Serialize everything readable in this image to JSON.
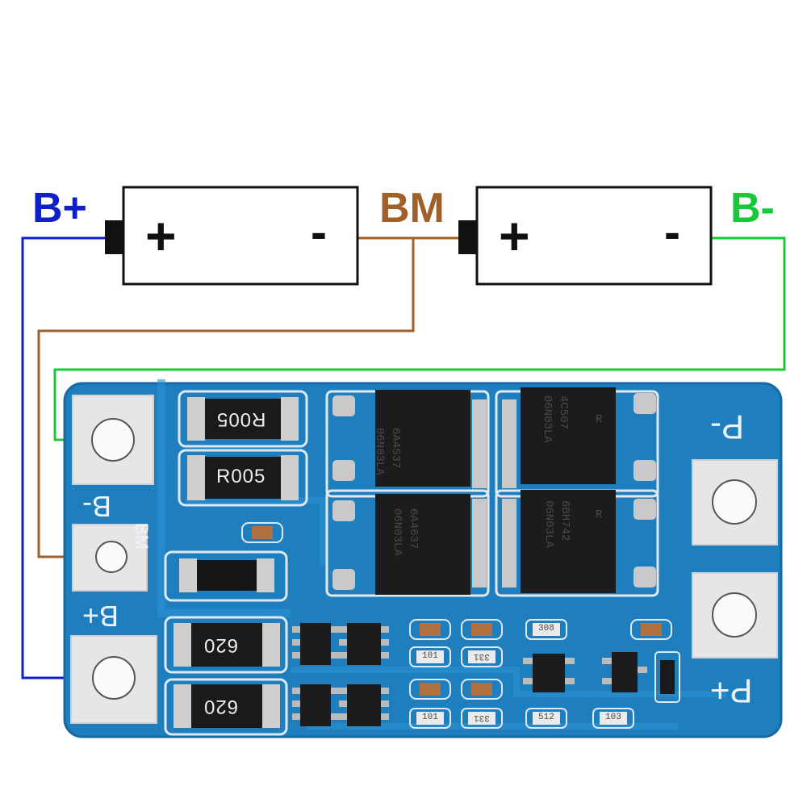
{
  "terminal_labels": {
    "b_plus": "B+",
    "bm": "BM",
    "b_minus": "B-"
  },
  "cells": [
    {
      "plus": "+",
      "minus": "-"
    },
    {
      "plus": "+",
      "minus": "-"
    }
  ],
  "pcb_silkscreen": {
    "p_minus": "P-",
    "p_plus": "P+",
    "b_minus": "B-",
    "bm": "BM",
    "b_plus": "B+"
  },
  "components": {
    "shunt_top": "R005",
    "shunt_bottom": "R005",
    "res_left_top": "620",
    "res_left_bottom": "620",
    "mosfet_1_line1": "06N03LA",
    "mosfet_1_line2": "6A4537",
    "mosfet_2_line1": "06N03LA",
    "mosfet_2_line2": "4C507",
    "mosfet_2_side": "R",
    "mosfet_3_line1": "06N03LA",
    "mosfet_3_line2": "6A4637",
    "mosfet_4_line1": "06N03LA",
    "mosfet_4_line2": "6BH742",
    "mosfet_4_side": "R",
    "smd_101_a": "101",
    "smd_101_b": "101",
    "smd_331_a": "331",
    "smd_331_b": "331",
    "smd_308": "308",
    "smd_512": "512",
    "smd_103": "103"
  },
  "colors": {
    "b_plus_wire": "#1020c8",
    "bm_wire": "#a0602a",
    "b_minus_wire": "#18c838",
    "pcb_blue": "#1f7fbe",
    "pad_silver": "#e6e6e6"
  }
}
